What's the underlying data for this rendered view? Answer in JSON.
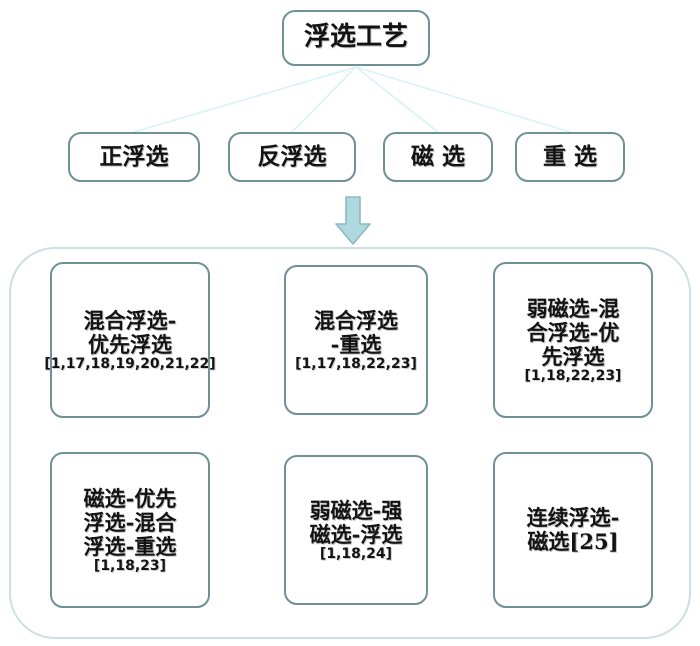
{
  "diagram": {
    "title_node": {
      "label": "浮选工艺"
    },
    "level2_nodes": [
      {
        "label": "正浮选"
      },
      {
        "label": "反浮选"
      },
      {
        "label": "磁 选"
      },
      {
        "label": "重 选"
      }
    ],
    "arrow": {
      "name": "down-arrow",
      "direction": "down"
    },
    "process_nodes": [
      {
        "label": "混合浮选-\n优先浮选",
        "citation": "[1,17,18,19,20,21,22]"
      },
      {
        "label": "混合浮选\n-重选",
        "citation": "[1,17,18,22,23]"
      },
      {
        "label": "弱磁选-混\n合浮选-优\n先浮选",
        "citation": "[1,18,22,23]"
      },
      {
        "label": "磁选-优先\n浮选-混合\n浮选-重选",
        "citation": "[1,18,23]"
      },
      {
        "label": "弱磁选-强\n磁选-浮选",
        "citation": "[1,18,24]"
      },
      {
        "label": "连续浮选-\n磁选[25]",
        "citation": ""
      }
    ]
  },
  "colors": {
    "node_border": "#6f9195",
    "container_border": "#cfdee2",
    "connector_line": "#d8f2f5",
    "arrow_fill": "#afd9e0",
    "arrow_stroke": "#8fb8bf",
    "text": "#131313",
    "background": "#ffffff"
  }
}
